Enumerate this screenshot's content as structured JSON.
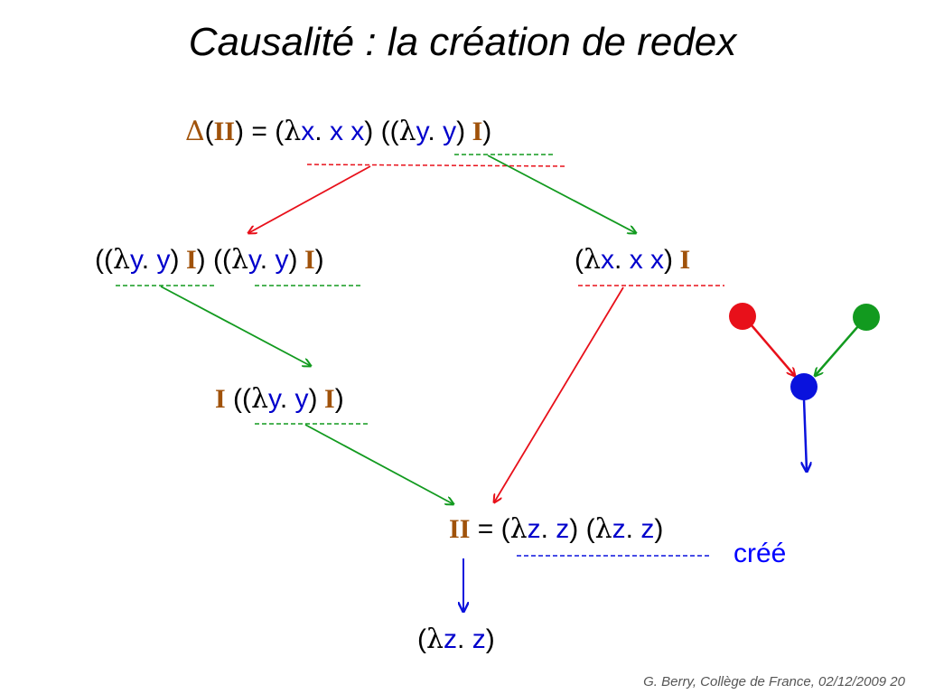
{
  "title": "Causalité : la création de redex",
  "terms": {
    "top": {
      "delta": "Δ",
      "p1": "(",
      "i1": "I",
      "i2": "I",
      "p2": ")",
      "eq": " = ",
      "p3": "(",
      "lam1": "λ",
      "x1": "x",
      "dot1": ".",
      "xx": "x x",
      "p4": ")",
      "p5": " ((",
      "lam2": "λ",
      "y1": "y",
      "dot2": ".",
      "y2": "y",
      "p6": ")",
      "i3": " I",
      "p7": ")"
    },
    "left": {
      "p1": "((",
      "lam1": "λ",
      "y1": "y",
      "dot1": ".",
      "y2": "y",
      "p2": ")",
      "i1": " I",
      "p3": ") ((",
      "lam2": "λ",
      "y3": "y",
      "dot2": ".",
      "y4": "y",
      "p4": ")",
      "i2": " I",
      "p5": ")"
    },
    "right": {
      "p1": "(",
      "lam": "λ",
      "x": "x",
      "dot": ".",
      "xx": "x x",
      "p2": ")",
      "i": " I"
    },
    "middle": {
      "i1": "I",
      "p1": " ((",
      "lam": "λ",
      "y1": "y",
      "dot": ".",
      "y2": "y",
      "p2": ")",
      "i2": " I",
      "p3": ")"
    },
    "ii": {
      "i1": "I",
      "i2": "I",
      "eq": " = ",
      "p1": "(",
      "lam1": "λ",
      "z1": "z",
      "dot1": ".",
      "z2": "z",
      "p2": ") (",
      "lam2": "λ",
      "z3": "z",
      "dot2": ".",
      "z4": "z",
      "p3": ")"
    },
    "bottom": {
      "p1": "(",
      "lam": "λ",
      "z1": "z",
      "dot": ".",
      "z2": "z",
      "p2": ")"
    }
  },
  "cree": "créé",
  "footer": "G. Berry, Collège de France,   02/12/2009  20",
  "colors": {
    "red": "#e8101a",
    "green": "#129a1f",
    "blue": "#0a12dd",
    "brown": "#a0520a",
    "text_blue": "#0000cc"
  }
}
